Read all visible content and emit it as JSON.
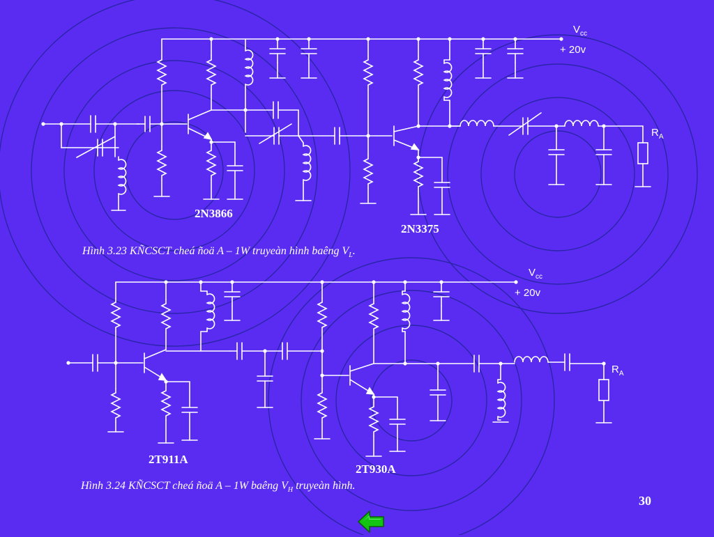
{
  "slide": {
    "page_number": "30",
    "colors": {
      "background": "#5a2cf2",
      "wire": "#ffffff",
      "circles": "#2a25a8",
      "nav_arrow": "#13c413"
    }
  },
  "circuit1": {
    "transistor1_label": "2N3866",
    "transistor2_label": "2N3375",
    "vcc_symbol": "V",
    "vcc_sub": "cc",
    "vcc_value": "+ 20v",
    "load_symbol": "R",
    "load_sub": "A",
    "caption_main": "Hình 3.23 KÑCSCT cheá ñoä A – 1W truyeàn hình baêng V",
    "caption_sub": "L",
    "caption_end": "."
  },
  "circuit2": {
    "transistor1_label": "2T911A",
    "transistor2_label": "2T930A",
    "vcc_symbol": "V",
    "vcc_sub": "cc",
    "vcc_value": "+ 20v",
    "load_symbol": "R",
    "load_sub": "A",
    "caption_main": "Hình 3.24 KÑCSCT cheá ñoä A – 1W baêng V",
    "caption_sub": "H",
    "caption_end": " truyeàn hình."
  },
  "nav": {
    "back_icon": "green-left-arrow-icon"
  }
}
